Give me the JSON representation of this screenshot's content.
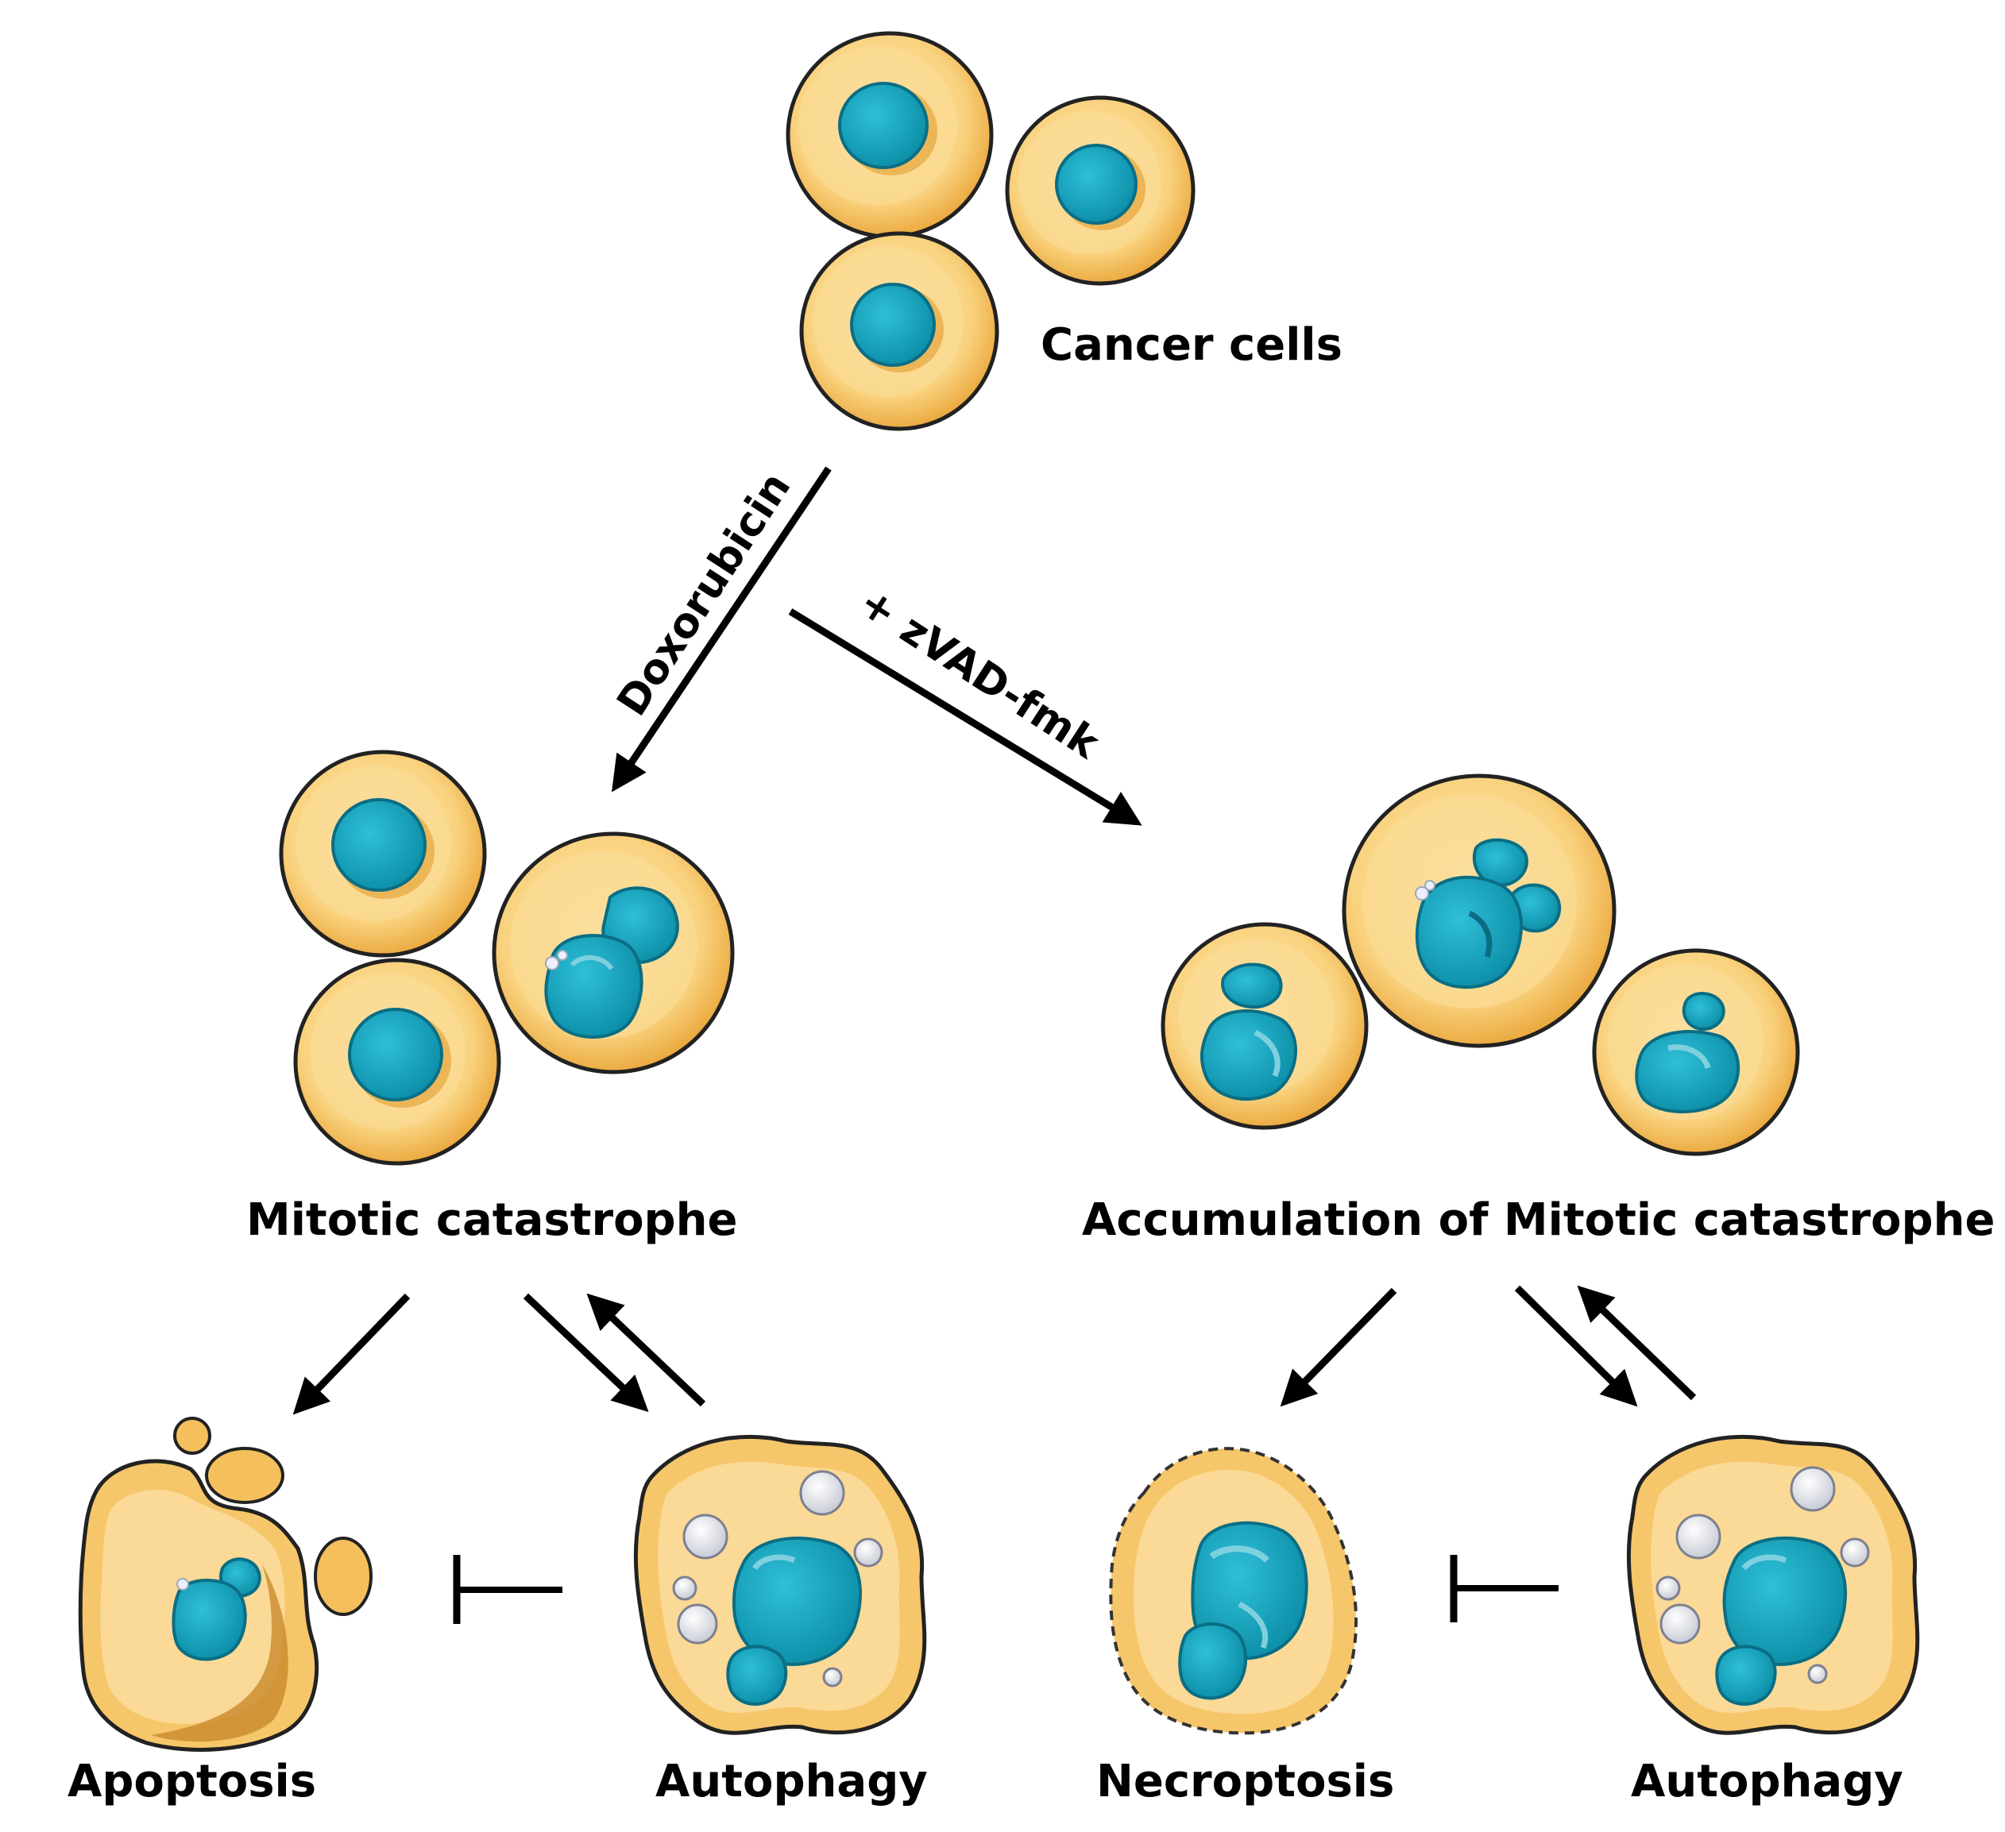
{
  "labels": {
    "cancer_cells": "Cancer cells",
    "doxorubicin": "Doxorubicin",
    "zvad": "+ zVAD-fmk",
    "mitotic_catastrophe": "Mitotic catastrophe",
    "accumulation": "Accumulation of Mitotic catastrophe",
    "apoptosis": "Apoptosis",
    "autophagy_left": "Autophagy",
    "necroptosis": "Necroptosis",
    "autophagy_right": "Autophagy"
  },
  "colors": {
    "cell_fill": "#f7c86a",
    "cell_inner": "#fde3a6",
    "cell_rim": "#e8a83a",
    "cell_outline": "#222222",
    "nucleus": "#1aa6c0",
    "nucleus_dark": "#0e7f98",
    "nucleus_light": "#7fd0de",
    "vacuole": "#e4e6ec",
    "apoptotic_dark": "#c98a2c",
    "arrow": "#000000"
  }
}
